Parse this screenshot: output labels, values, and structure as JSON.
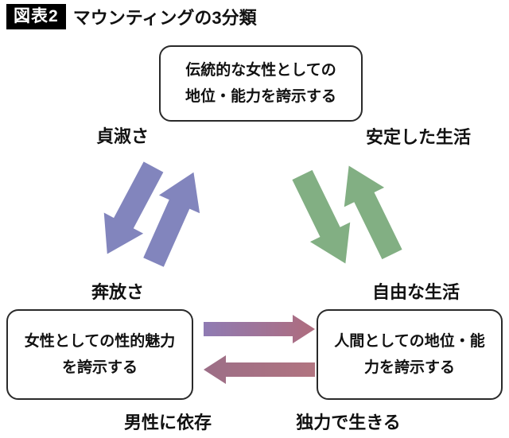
{
  "title": {
    "badge": "図表2",
    "text": "マウンティングの3分類"
  },
  "nodes": {
    "top": {
      "line1": "伝統的な女性としての",
      "line2": "地位・能力を誇示する"
    },
    "bottom_left": {
      "line1": "女性としての性的魅力",
      "line2": "を誇示する"
    },
    "bottom_right": {
      "line1": "人間としての地位・能",
      "line2": "力を誇示する"
    }
  },
  "labels": {
    "top_left": "貞淑さ",
    "top_right": "安定した生活",
    "mid_left": "奔放さ",
    "mid_right": "自由な生活",
    "bottom_left": "男性に依存",
    "bottom_right": "独力で生きる"
  },
  "arrows": {
    "left_pair_color": "#8285BD",
    "right_pair_color": "#82AF83",
    "right_arrow_gradient": {
      "start": "#8F7BB3",
      "end": "#AF6C7D"
    },
    "left_arrow_gradient": {
      "start": "#9C6E87",
      "end": "#B17480"
    }
  }
}
